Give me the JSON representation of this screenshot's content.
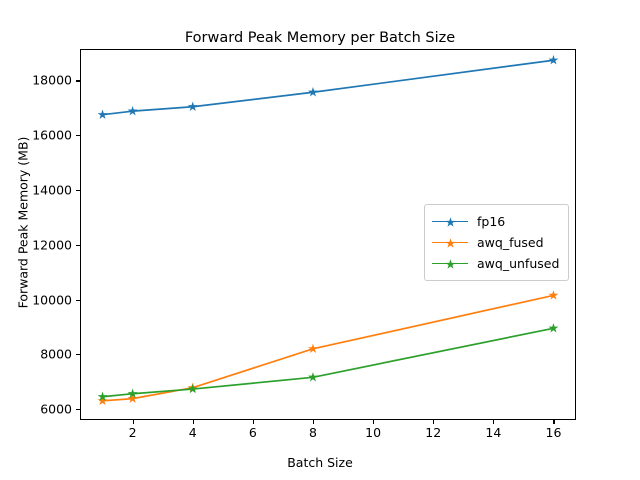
{
  "chart_data": {
    "type": "line",
    "title": "Forward Peak Memory per Batch Size",
    "xlabel": "Batch Size",
    "ylabel": "Forward Peak Memory (MB)",
    "x": [
      1,
      2,
      4,
      8,
      16
    ],
    "xlim": [
      0.25,
      16.75
    ],
    "ylim": [
      5600,
      19150
    ],
    "xticks": [
      2,
      4,
      6,
      8,
      10,
      12,
      14,
      16
    ],
    "xticklabels": [
      "2",
      "4",
      "6",
      "8",
      "10",
      "12",
      "14",
      "16"
    ],
    "yticks": [
      6000,
      8000,
      10000,
      12000,
      14000,
      16000,
      18000
    ],
    "yticklabels": [
      "6000",
      "8000",
      "10000",
      "12000",
      "14000",
      "16000",
      "18000"
    ],
    "grid": false,
    "marker": "star",
    "legend_position": "center right",
    "series": [
      {
        "name": "fp16",
        "color": "#1f77b4",
        "values": [
          16750,
          16880,
          17040,
          17570,
          18740
        ]
      },
      {
        "name": "awq_fused",
        "color": "#ff7f0e",
        "values": [
          6300,
          6380,
          6780,
          8200,
          10150
        ]
      },
      {
        "name": "awq_unfused",
        "color": "#2ca02c",
        "values": [
          6450,
          6560,
          6730,
          7160,
          8950
        ]
      }
    ]
  },
  "legend": {
    "entries": [
      {
        "label": "fp16"
      },
      {
        "label": "awq_fused"
      },
      {
        "label": "awq_unfused"
      }
    ]
  }
}
